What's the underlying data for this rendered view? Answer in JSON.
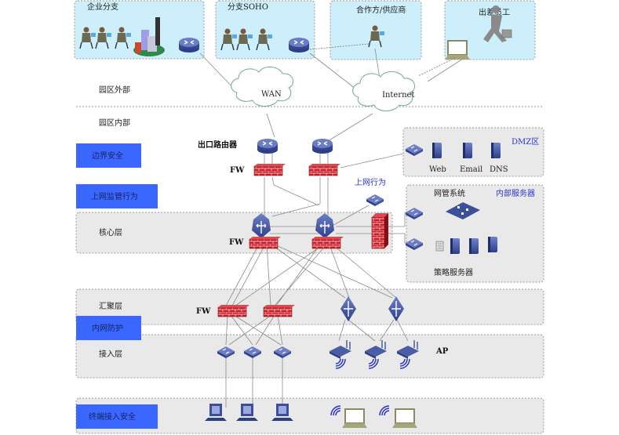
{
  "external_sites": [
    {
      "label": "企业分支"
    },
    {
      "label": "分支SOHO"
    },
    {
      "label": "合作方/供应商"
    },
    {
      "label": "出差员工"
    }
  ],
  "clouds": {
    "wan": "WAN",
    "internet": "Internet"
  },
  "region_labels": {
    "outside": "园区外部",
    "inside": "园区内部"
  },
  "layers": {
    "core": "核心层",
    "aggregation": "汇聚层",
    "access": "接入层"
  },
  "security_buttons": {
    "border": "边界安全",
    "behavior": "上网监管行为",
    "intranet": "内网防护",
    "endpoint": "终端接入安全"
  },
  "device_labels": {
    "egress_router": "出口路由器",
    "fw_top": "FW",
    "fw_core": "FW",
    "fw_agg": "FW",
    "behavior_device": "上网行为",
    "ap": "AP"
  },
  "dmz": {
    "title": "DMZ区",
    "servers": [
      "Web",
      "Email",
      "DNS"
    ]
  },
  "internal_servers": {
    "title": "内部服务器",
    "nms": "网管系统",
    "policy": "策略服务器"
  },
  "colors": {
    "security_button": "#3a67ff",
    "zone_fill": "#e9e9e9",
    "external_fill": "#cdeefb",
    "firewall_red": "#c8202a",
    "device_blue": "#3b4f9a",
    "label_blue": "#2a35d8"
  }
}
